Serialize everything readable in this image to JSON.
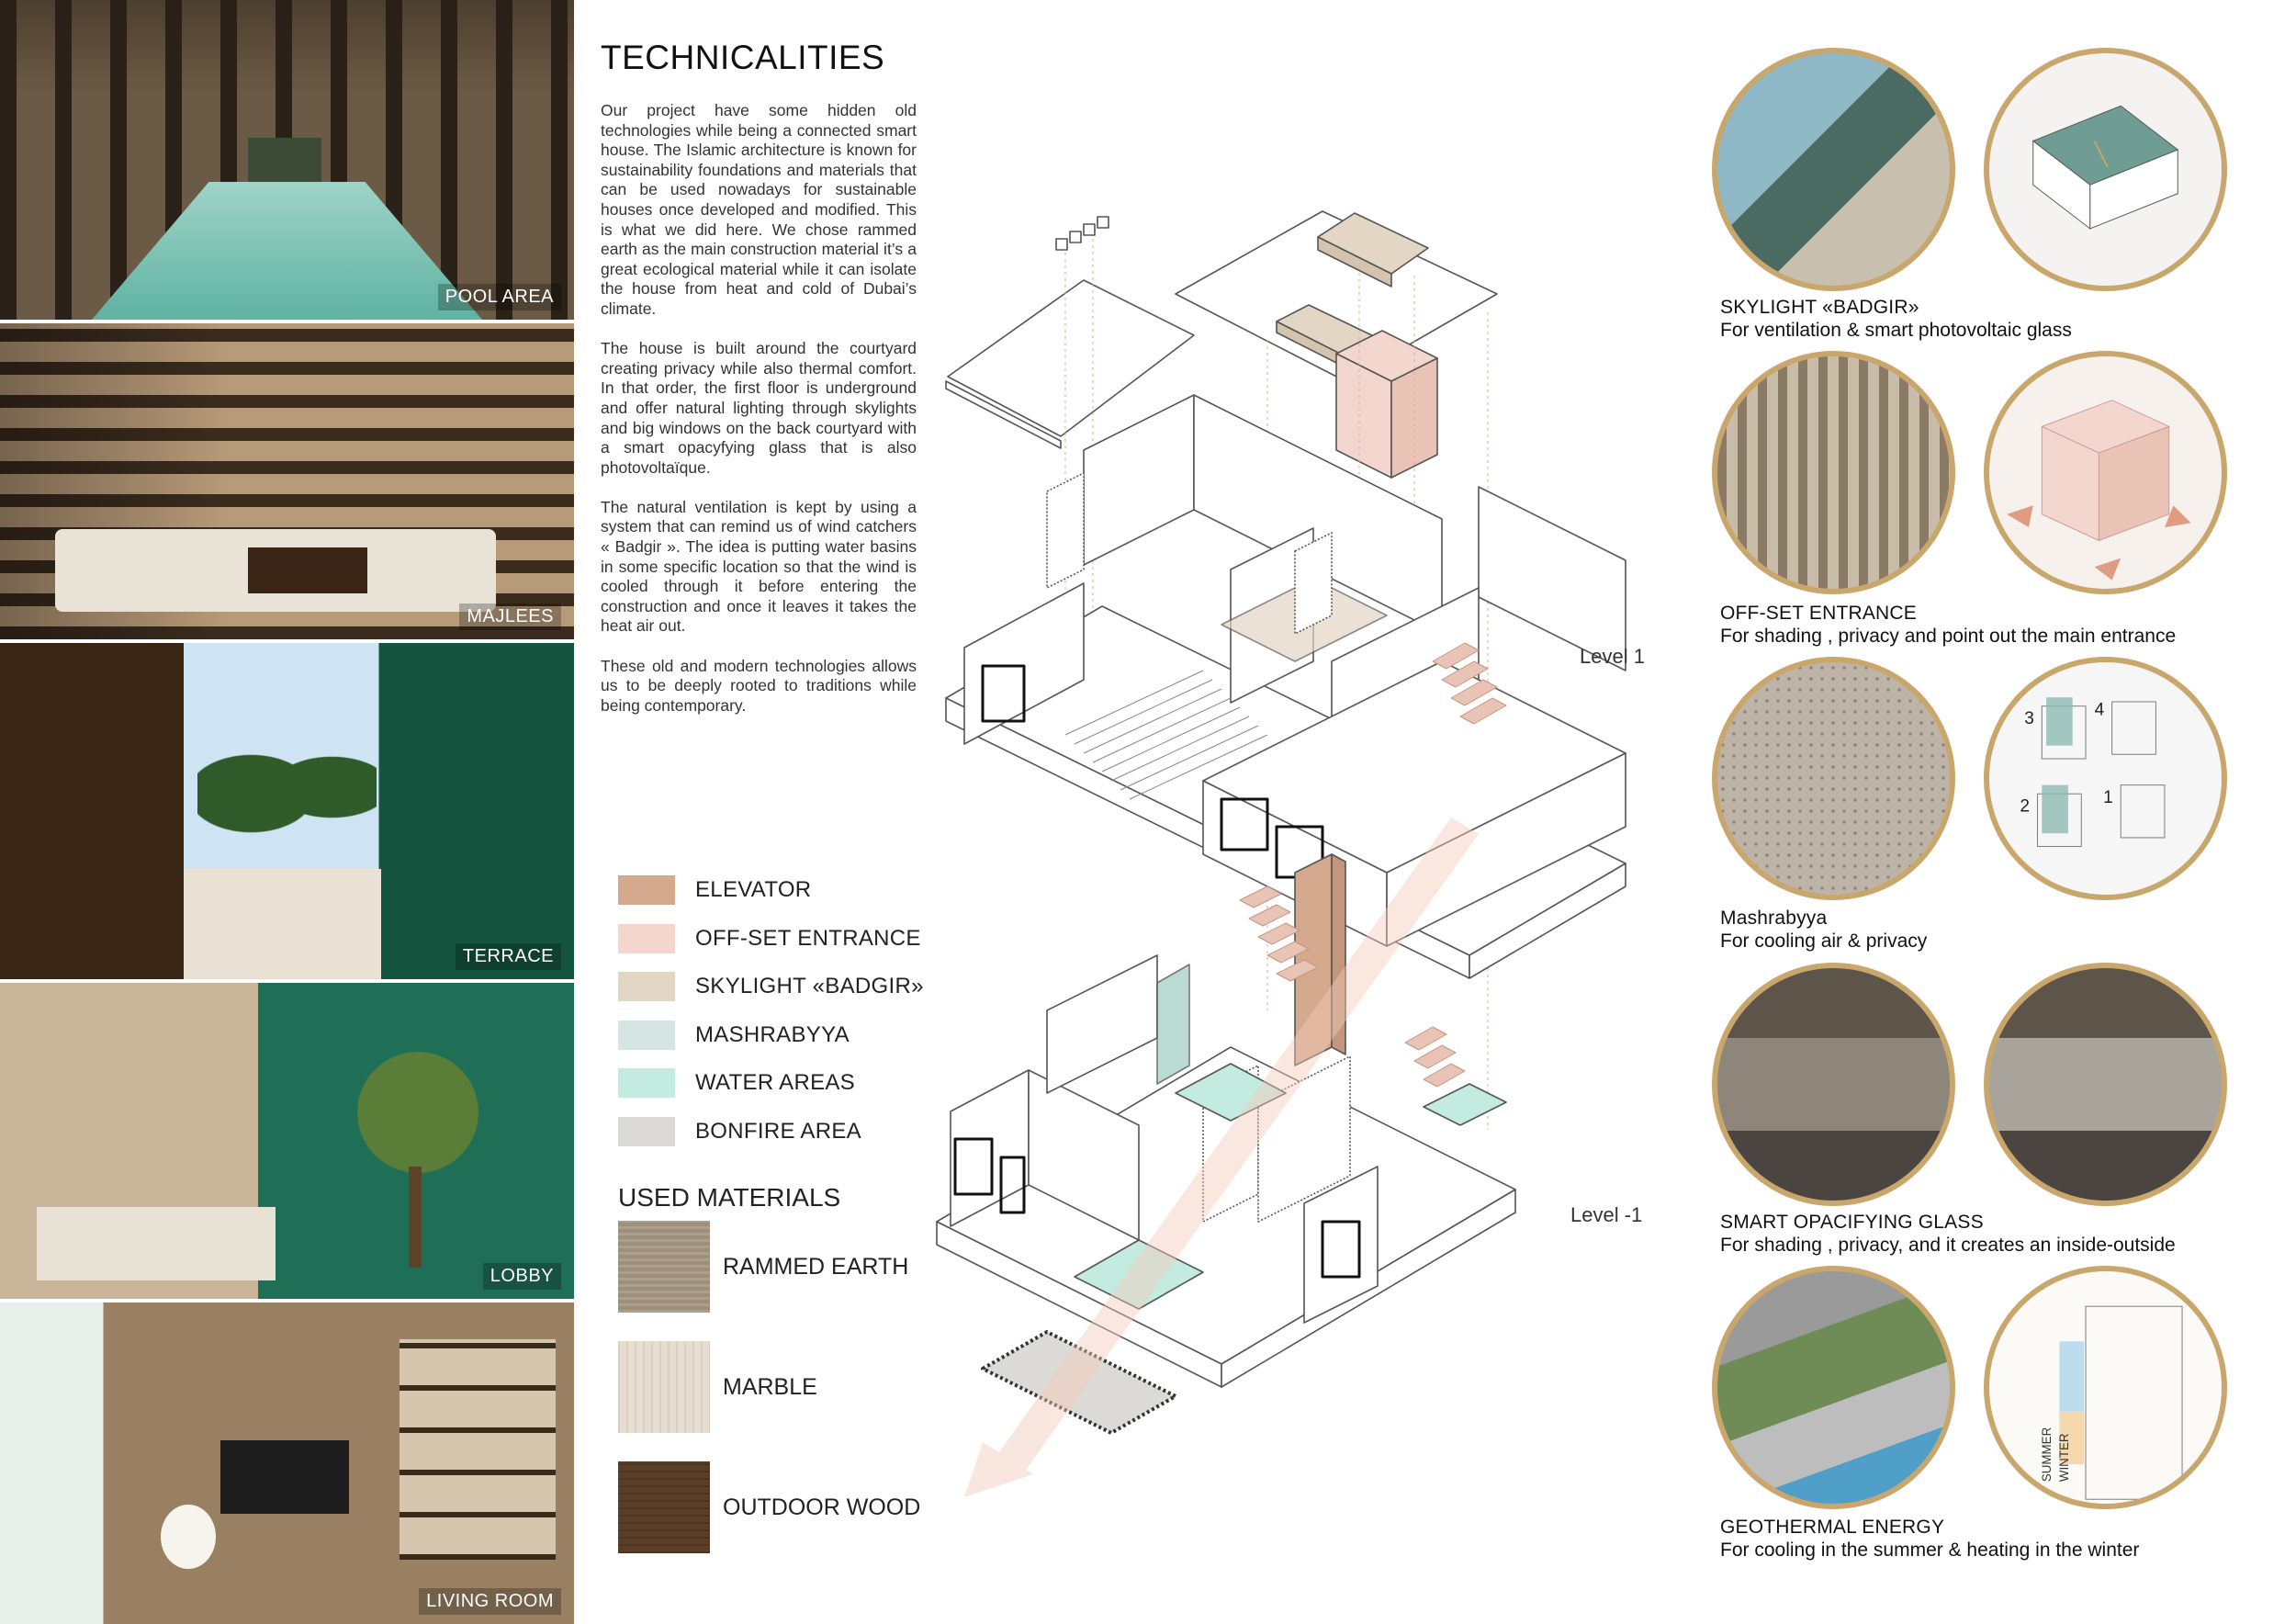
{
  "photos": [
    {
      "label": "POOL AREA"
    },
    {
      "label": "MAJLEES"
    },
    {
      "label": "TERRACE"
    },
    {
      "label": "LOBBY"
    },
    {
      "label": "LIVING ROOM"
    }
  ],
  "title": "TECHNICALITIES",
  "paragraphs": [
    "Our project have some hidden old technologies while being a connected smart house. The Islamic architecture is known for sustainability foundations and materials that can be used nowadays for sustainable houses once developed and modified. This is what we did here. We chose rammed earth as the main construction material it’s a great ecological material while it can isolate the house from heat and cold of Dubai’s climate.",
    "The house is built around the courtyard creating privacy while also thermal comfort. In that order, the first floor is underground and offer natural lighting through skylights and big windows on the back courtyard with a smart opacyfying glass that is also photovoltaïque.",
    "The natural ventilation is kept by using a system that can remind us of wind catchers « Badgir ». The idea is putting water basins in some specific location so that the wind is cooled through it before entering the construction and once it leaves it takes the heat air out.",
    "These old and modern technologies allows us to be deeply rooted to traditions while being contemporary."
  ],
  "legend": [
    {
      "label": "ELEVATOR",
      "color": "#d4a98e"
    },
    {
      "label": "OFF-SET ENTRANCE",
      "color": "#f3d6cd"
    },
    {
      "label": "SKYLIGHT «BADGIR»",
      "color": "#e3d6c4"
    },
    {
      "label": "MASHRABYYA",
      "color": "#d3e4e3"
    },
    {
      "label": "WATER AREAS",
      "color": "#c3ebe0"
    },
    {
      "label": "BONFIRE AREA",
      "color": "#dcdad6"
    }
  ],
  "materials_title": "USED MATERIALS",
  "materials": [
    {
      "label": "RAMMED EARTH",
      "color": "#a69783"
    },
    {
      "label": "MARBLE",
      "color": "#e6ddd0"
    },
    {
      "label": "OUTDOOR WOOD",
      "color": "#5a3e26"
    }
  ],
  "levels": {
    "upper": "Level 1",
    "lower": "Level -1"
  },
  "technologies": [
    {
      "title": "SKYLIGHT «BADGIR»",
      "sub": "For ventilation & smart photovoltaic glass"
    },
    {
      "title": "OFF-SET ENTRANCE",
      "sub": "For shading , privacy and point out the main entrance"
    },
    {
      "title": "Mashrabyya",
      "sub": "For cooling air & privacy"
    },
    {
      "title": "SMART OPACIFYING GLASS",
      "sub": "For shading , privacy, and it creates an inside-outside"
    },
    {
      "title": "GEOTHERMAL ENERGY",
      "sub": "For cooling in the summer  & heating in the winter"
    }
  ],
  "diagram_numbers": [
    "3",
    "4",
    "2",
    "1"
  ],
  "season_labels": {
    "summer": "SUMMER",
    "winter": "WINTER"
  },
  "colors": {
    "gold_ring": "#c9a66b",
    "line": "#555555"
  }
}
